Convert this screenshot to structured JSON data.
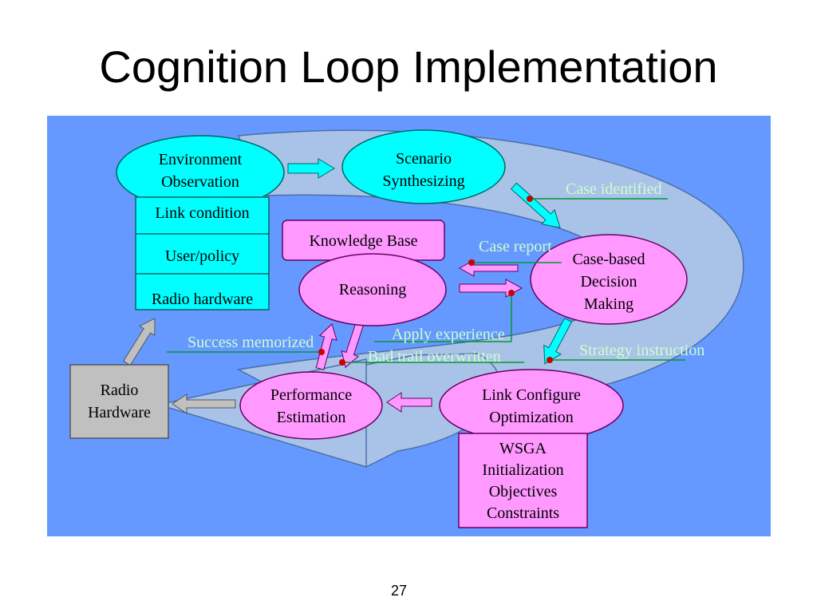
{
  "title": "Cognition Loop Implementation",
  "page_number": "27",
  "colors": {
    "panel": "#6699ff",
    "loop_band": "#a9c3e8",
    "cyan_node": "#00ffff",
    "pink_node": "#ff99ff",
    "gray_node": "#c0c0c0",
    "note_text": "#ccffcc",
    "note_line": "#009933",
    "note_dot": "#cc0000"
  },
  "nodes": {
    "environment_observation": [
      "Environment",
      "Observation"
    ],
    "scenario_synthesizing": [
      "Scenario",
      "Synthesizing"
    ],
    "env_items": [
      "Link condition",
      "User/policy",
      "Radio hardware"
    ],
    "knowledge_base": "Knowledge Base",
    "reasoning": "Reasoning",
    "case_based_decision": [
      "Case-based",
      "Decision",
      "Making"
    ],
    "radio_hardware": [
      "Radio",
      "Hardware"
    ],
    "performance_estimation": [
      "Performance",
      "Estimation"
    ],
    "link_configure_optimization": [
      "Link Configure",
      "Optimization"
    ],
    "wsga_items": [
      "WSGA",
      "Initialization",
      "Objectives",
      "Constraints"
    ]
  },
  "annotations": {
    "case_identified": "Case identified",
    "case_report": "Case report",
    "apply_experience": "Apply experience",
    "bad_trail_overwritten": "Bad trail overwritten",
    "success_memorized": "Success memorized",
    "strategy_instruction": "Strategy instruction"
  }
}
